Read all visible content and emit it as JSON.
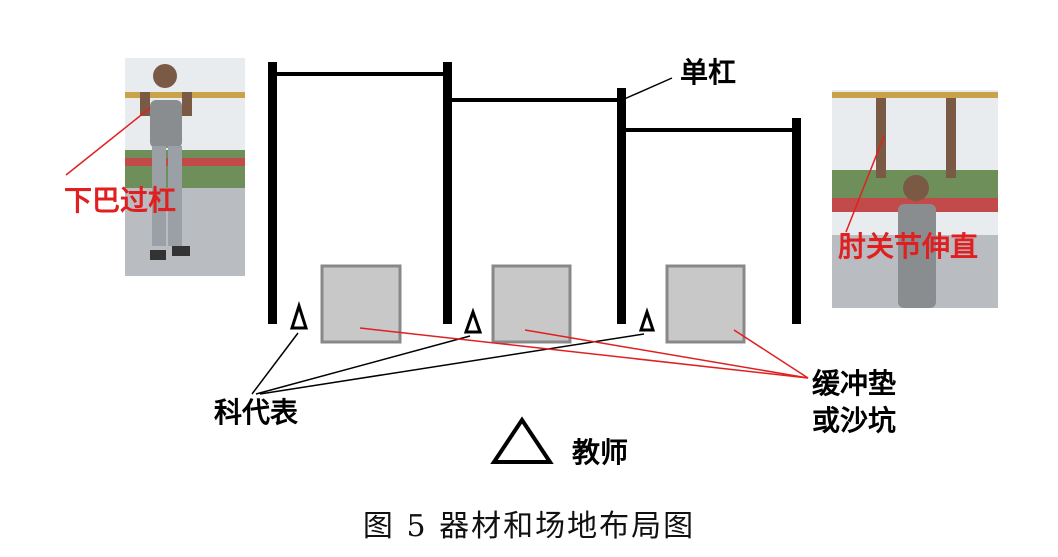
{
  "labels": {
    "bar": "单杠",
    "chin_over_bar": "下巴过杠",
    "elbow_straight": "肘关节伸直",
    "class_rep": "科代表",
    "mat_line1": "缓冲垫",
    "mat_line2": "或沙坑",
    "teacher": "教师"
  },
  "caption": "图 5  器材和场地布局图",
  "colors": {
    "annotation_red": "#e02020",
    "mat_fill": "#c8c8c8",
    "mat_stroke": "#888888",
    "post": "#000000"
  }
}
